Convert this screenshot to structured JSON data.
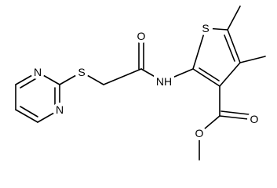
{
  "molecule": {
    "atoms": {
      "n_pyr_top": "N",
      "n_pyr_bottom": "N",
      "s_thioether": "S",
      "o_amide": "O",
      "nh_amide": "NH",
      "s_thiophene": "S",
      "o_carbonyl": "O",
      "o_ester": "O"
    }
  },
  "colors": {
    "bond": "#000000",
    "label": "#000000",
    "background": "#ffffff"
  }
}
